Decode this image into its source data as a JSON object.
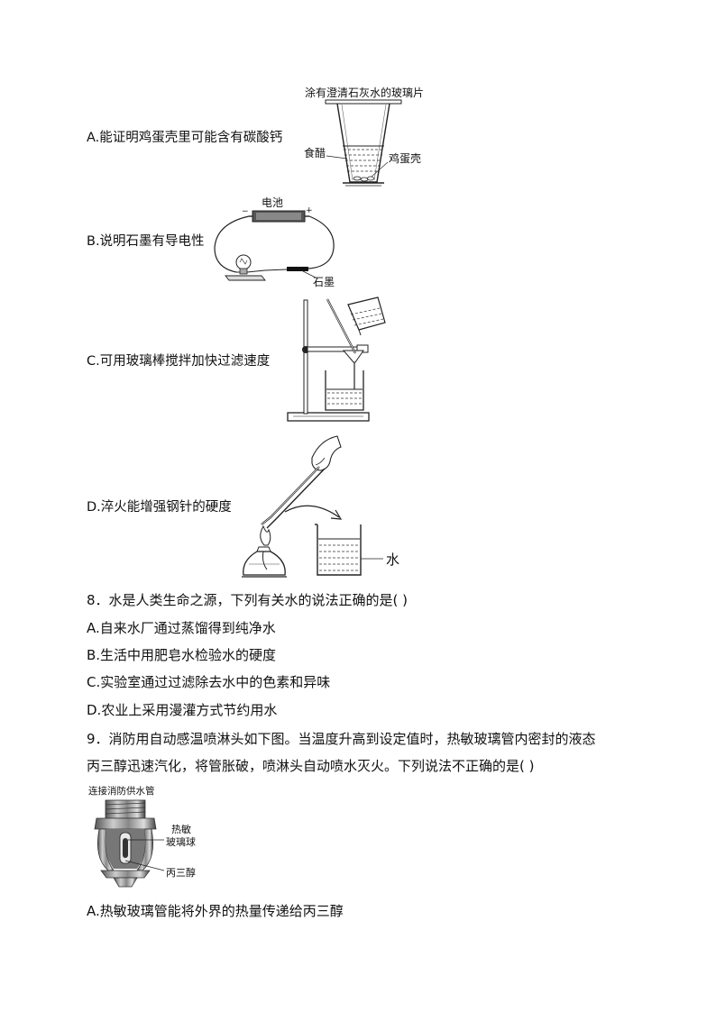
{
  "q7": {
    "optA": {
      "text": "A.能证明鸡蛋壳里可能含有碳酸钙",
      "fig_caption": "涂有澄清石灰水的玻璃片",
      "label_vinegar": "食醋",
      "label_eggshell": "鸡蛋壳"
    },
    "optB": {
      "text": "B.说明石墨有导电性",
      "label_battery": "电池",
      "label_minus": "−",
      "label_plus": "+",
      "label_graphite": "石墨"
    },
    "optC": {
      "text": "C.可用玻璃棒搅拌加快过滤速度"
    },
    "optD": {
      "text": "D.淬火能增强钢针的硬度",
      "label_water": "水"
    }
  },
  "q8": {
    "stem": "8．水是人类生命之源，下列有关水的说法正确的是( )",
    "options": [
      "A.自来水厂通过蒸馏得到纯净水",
      "B.生活中用肥皂水检验水的硬度",
      "C.实验室通过过滤除去水中的色素和异味",
      "D.农业上采用漫灌方式节约用水"
    ]
  },
  "q9": {
    "stem_line1": "9．消防用自动感温喷淋头如下图。当温度升高到设定值时，热敏玻璃管内密封的液态",
    "stem_line2": "丙三醇迅速汽化，将管胀破，喷淋头自动喷水灭火。下列说法不正确的是( )",
    "fig_caption": "连接消防供水管",
    "label_bulb": "热敏",
    "label_bulb2": "玻璃球",
    "label_glycerol": "丙三醇",
    "optA": "A.热敏玻璃管能将外界的热量传递给丙三醇"
  }
}
